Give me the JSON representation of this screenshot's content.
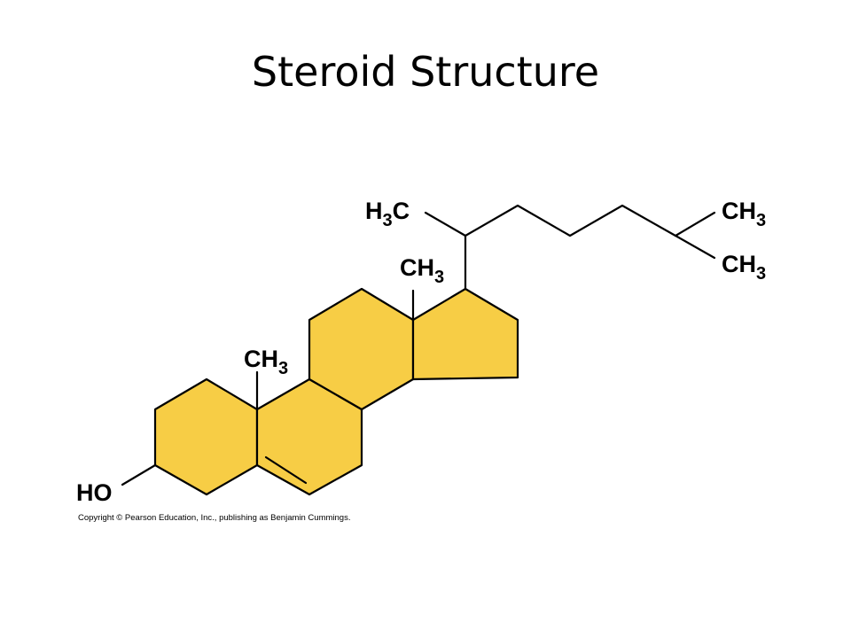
{
  "slide": {
    "title": "Steroid Structure"
  },
  "molecule": {
    "labels": {
      "hydroxyl": "HO",
      "methyl_c10": {
        "main": "CH",
        "sub": "3"
      },
      "methyl_c13": {
        "main": "CH",
        "sub": "3"
      },
      "methyl_c21": {
        "main": "H",
        "sub": "3",
        "tail": "C"
      },
      "methyl_c26": {
        "main": "CH",
        "sub": "3"
      },
      "methyl_c27": {
        "main": "CH",
        "sub": "3"
      }
    },
    "ring_fill_color": "#F7CD45"
  },
  "footer": {
    "copyright": "Copyright © Pearson Education, Inc., publishing as Benjamin Cummings."
  }
}
